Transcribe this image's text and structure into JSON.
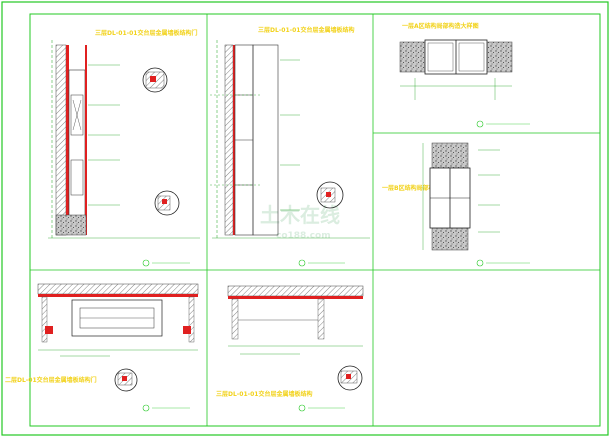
{
  "sheet": {
    "watermark": "土木在线",
    "watermark_url": "co188.com"
  },
  "panels": [
    {
      "id": "p1",
      "title": "三层DL-01-01交台层金属墙板结构门"
    },
    {
      "id": "p2",
      "title": "三层DL-01-01交台层金属墙板结构"
    },
    {
      "id": "p3",
      "title": "一层A区结构局部构造大样图"
    },
    {
      "id": "p4",
      "title": "一层B区结构局部构造大样图"
    },
    {
      "id": "p5",
      "title": "二层DL-01交台层金属墙板结构门"
    },
    {
      "id": "p6",
      "title": "三层DL-01-01交台层金属墙板结构"
    }
  ],
  "colors": {
    "frame": "#23c823",
    "line": "#1aa01a",
    "text": "#f2d21a",
    "accent": "#e02020",
    "hatch": "#555555",
    "dark": "#222222"
  }
}
